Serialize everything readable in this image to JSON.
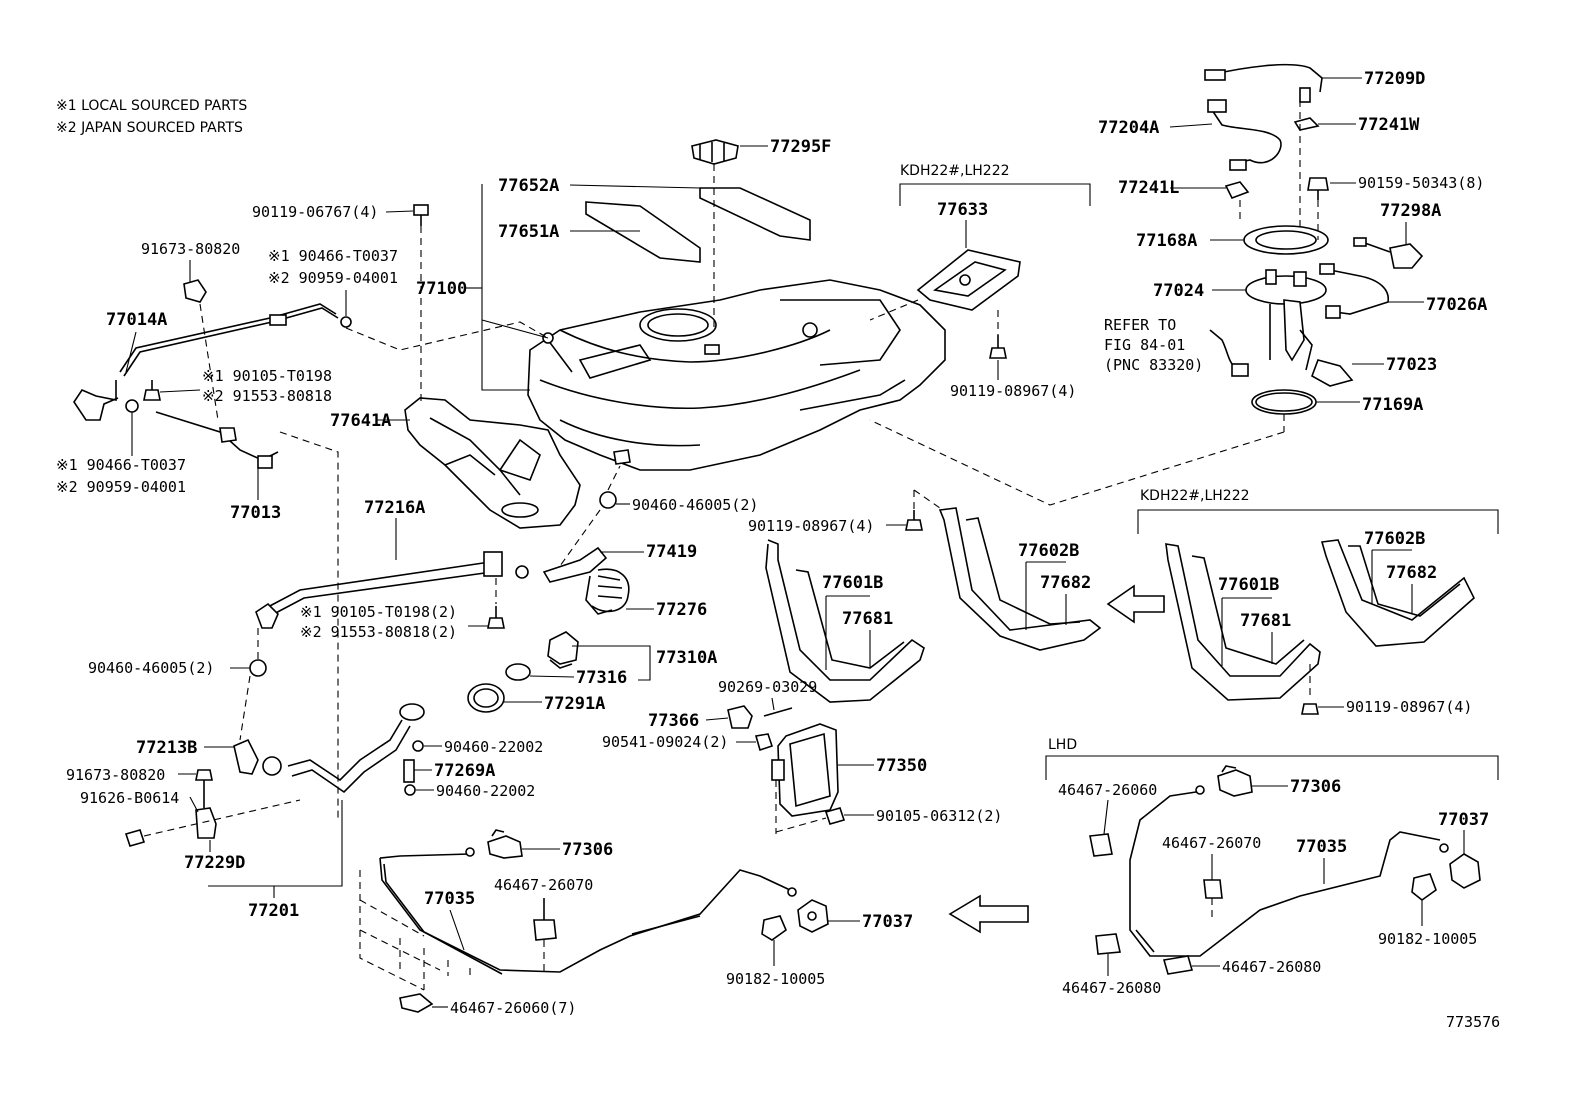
{
  "notes": {
    "local": "※1 LOCAL SOURCED PARTS",
    "japan": "※2 JAPAN SOURCED PARTS"
  },
  "groups": {
    "kdh_top": "KDH22#,LH222",
    "kdh_strap": "KDH22#,LH222",
    "lhd": "LHD"
  },
  "refer": {
    "line1": "REFER TO",
    "line2": "FIG 84-01",
    "line3": "(PNC 83320)"
  },
  "labels": {
    "p77209D": "77209D",
    "p77204A": "77204A",
    "p77241W": "77241W",
    "p77241L": "77241L",
    "p90159": "90159-50343(8)",
    "p77298A": "77298A",
    "p77168A": "77168A",
    "p77024": "77024",
    "p77026A": "77026A",
    "p77023": "77023",
    "p77169A": "77169A",
    "p77295F": "77295F",
    "p77652A": "77652A",
    "p77651A": "77651A",
    "p77100": "77100",
    "p90119_06767": "90119-06767(4)",
    "p77633": "77633",
    "p90119_08967_a": "90119-08967(4)",
    "p91673_80820_a": "91673-80820",
    "p90466_t0037_a": "※1 90466-T0037",
    "p90959_04001_a": "※2 90959-04001",
    "p77014A": "77014A",
    "p90105_t0198_a": "※1 90105-T0198",
    "p91553_80818_a": "※2 91553-80818",
    "p77641A": "77641A",
    "p90466_t0037_b": "※1 90466-T0037",
    "p90959_04001_b": "※2 90959-04001",
    "p77013": "77013",
    "p77216A": "77216A",
    "p90460_46005_a": "90460-46005(2)",
    "p90119_08967_b": "90119-08967(4)",
    "p77419": "77419",
    "p77276": "77276",
    "p90105_t0198_b": "※1 90105-T0198(2)",
    "p91553_80818_b": "※2 91553-80818(2)",
    "p90460_46005_b": "90460-46005(2)",
    "p77310A": "77310A",
    "p77316": "77316",
    "p77291A": "77291A",
    "p90269": "90269-03029",
    "p77366": "77366",
    "p90541": "90541-09024(2)",
    "p77350": "77350",
    "p90105_06312": "90105-06312(2)",
    "p77213B": "77213B",
    "p91673_80820_b": "91673-80820",
    "p91626": "91626-B0614",
    "p77229D": "77229D",
    "p77201": "77201",
    "p90460_22002_a": "90460-22002",
    "p77269A": "77269A",
    "p90460_22002_b": "90460-22002",
    "p77602B_a": "77602B",
    "p77682_a": "77682",
    "p77601B_a": "77601B",
    "p77681_a": "77681",
    "p77602B_b": "77602B",
    "p77682_b": "77682",
    "p77601B_b": "77601B",
    "p77681_b": "77681",
    "p90119_08967_c": "90119-08967(4)",
    "p77306_a": "77306",
    "p77035_a": "77035",
    "p46467_26070_a": "46467-26070",
    "p77037_a": "77037",
    "p90182_a": "90182-10005",
    "p46467_26060_7": "46467-26060(7)",
    "p46467_26060_b": "46467-26060",
    "p77306_b": "77306",
    "p46467_26070_b": "46467-26070",
    "p77035_b": "77035",
    "p77037_b": "77037",
    "p90182_b": "90182-10005",
    "p46467_26080_a": "46467-26080",
    "p46467_26080_b": "46467-26080",
    "drawing_no": "773576"
  }
}
